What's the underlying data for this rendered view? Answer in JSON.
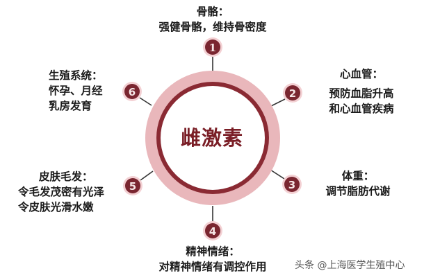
{
  "center": {
    "title": "雌激素"
  },
  "colors": {
    "outer_ring": "#e8b4b8",
    "inner_ring": "#8a2a33",
    "badge_fill": "#7a2630",
    "badge_halo": "#f0c8cc",
    "connector": "#333333",
    "text": "#1a1a1a"
  },
  "items": [
    {
      "number": "1",
      "title": "骨骼：",
      "lines": [
        "强健骨骼，维持骨密度"
      ]
    },
    {
      "number": "2",
      "title": "心血管：",
      "lines": [
        "预防血脂升高",
        "和心血管疾病"
      ]
    },
    {
      "number": "3",
      "title": "体重：",
      "lines": [
        "调节脂肪代谢"
      ]
    },
    {
      "number": "4",
      "title": "精神情绪：",
      "lines": [
        "对精神情绪有调控作用"
      ]
    },
    {
      "number": "5",
      "title": "皮肤毛发：",
      "lines": [
        "令毛发茂密有光泽",
        "令皮肤光滑水嫩"
      ]
    },
    {
      "number": "6",
      "title": "生殖系统：",
      "lines": [
        "怀孕、月经",
        "乳房发育"
      ]
    }
  ],
  "watermark": "头条 @上海医学生殖中心"
}
